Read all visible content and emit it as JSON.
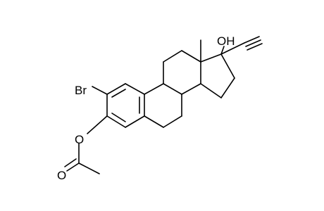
{
  "molecule": {
    "labels": {
      "bromine": "Br",
      "hydroxyl": "OH",
      "ester_oxygen": "O",
      "carbonyl_oxygen": "O"
    },
    "colors": {
      "background": "#ffffff",
      "bond": "#000000",
      "text": "#000000"
    }
  }
}
